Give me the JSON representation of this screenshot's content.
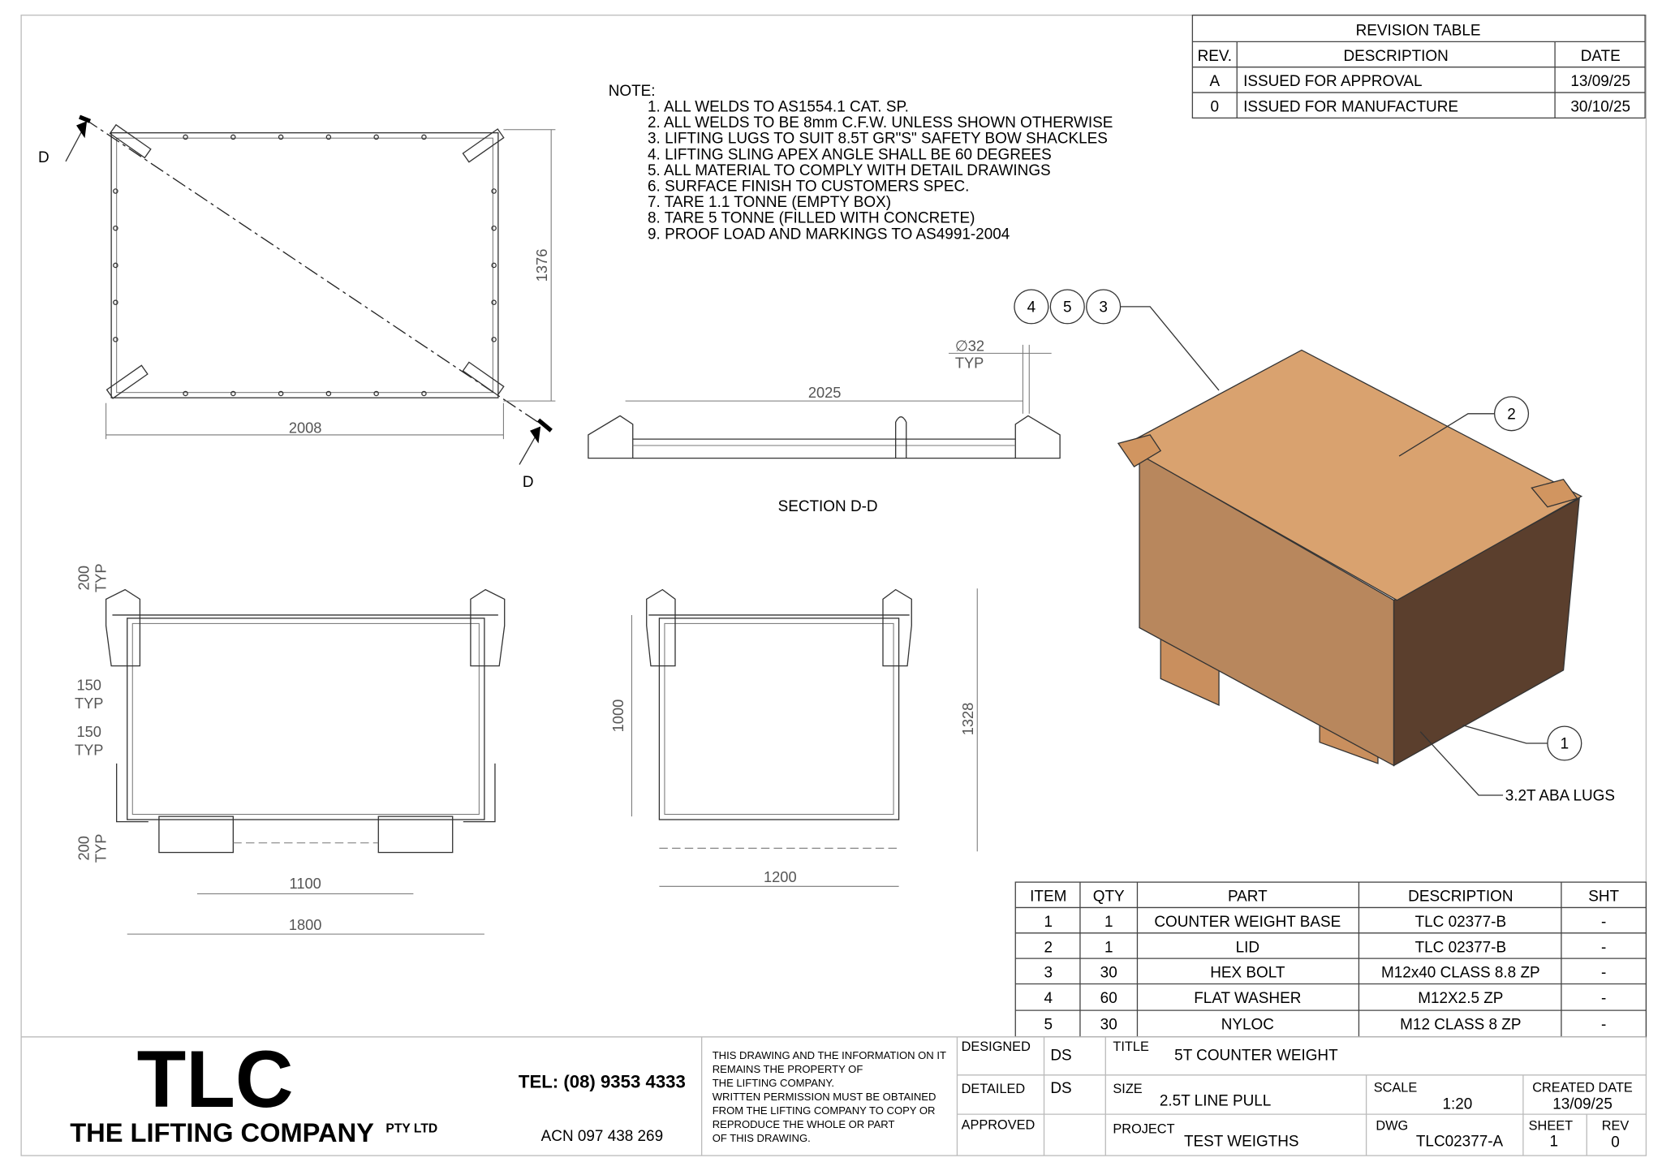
{
  "revision_table": {
    "title": "REVISION TABLE",
    "headers": [
      "REV.",
      "DESCRIPTION",
      "DATE"
    ],
    "rows": [
      {
        "rev": "A",
        "description": "ISSUED FOR APPROVAL",
        "date": "13/09/25"
      },
      {
        "rev": "0",
        "description": "ISSUED FOR MANUFACTURE",
        "date": "30/10/25"
      }
    ]
  },
  "notes": {
    "heading": "NOTE:",
    "items": [
      "1. ALL WELDS TO AS1554.1 CAT. SP.",
      "2. ALL WELDS TO BE 8mm C.F.W. UNLESS SHOWN OTHERWISE",
      "3. LIFTING LUGS TO SUIT 8.5T GR\"S\" SAFETY BOW SHACKLES",
      "4. LIFTING SLING APEX ANGLE SHALL BE 60 DEGREES",
      "5. ALL MATERIAL TO COMPLY WITH DETAIL DRAWINGS",
      "6. SURFACE FINISH TO CUSTOMERS SPEC.",
      "7. TARE 1.1 TONNE (EMPTY BOX)",
      "8. TARE 5 TONNE (FILLED WITH CONCRETE)",
      "9. PROOF LOAD AND MARKINGS TO AS4991-2004"
    ]
  },
  "plan_view": {
    "width_dim": "2008",
    "height_dim": "1376",
    "section_mark_top": "D",
    "section_mark_bottom": "D"
  },
  "section_view": {
    "label": "SECTION D-D",
    "length_dim": "2025",
    "hole_dim": "∅32",
    "hole_typ": "TYP"
  },
  "front_view": {
    "top_dim": "200",
    "top_typ": "TYP",
    "side1_dim": "150",
    "side1_typ": "TYP",
    "side2_dim": "150",
    "side2_typ": "TYP",
    "bottom_dim": "200",
    "bottom_typ": "TYP",
    "feet_dim": "1100",
    "width_dim": "1800"
  },
  "side_view": {
    "height_dim": "1000",
    "overall_height_dim": "1328",
    "width_dim": "1200"
  },
  "iso_view": {
    "balloons": [
      "4",
      "5",
      "3",
      "2",
      "1"
    ],
    "lug_label": "3.2T ABA LUGS"
  },
  "bom": {
    "headers": [
      "ITEM",
      "QTY",
      "PART",
      "DESCRIPTION",
      "SHT"
    ],
    "rows": [
      {
        "item": "1",
        "qty": "1",
        "part": "COUNTER WEIGHT BASE",
        "description": "TLC 02377-B",
        "sht": "-"
      },
      {
        "item": "2",
        "qty": "1",
        "part": "LID",
        "description": "TLC 02377-B",
        "sht": "-"
      },
      {
        "item": "3",
        "qty": "30",
        "part": "HEX BOLT",
        "description": "M12x40 CLASS 8.8 ZP",
        "sht": "-"
      },
      {
        "item": "4",
        "qty": "60",
        "part": "FLAT WASHER",
        "description": "M12X2.5 ZP",
        "sht": "-"
      },
      {
        "item": "5",
        "qty": "30",
        "part": "NYLOC",
        "description": "M12 CLASS 8 ZP",
        "sht": "-"
      }
    ]
  },
  "title_block": {
    "logo": "TLC",
    "company": "THE LIFTING COMPANY",
    "company_suffix": "PTY LTD",
    "tel": "TEL: (08) 9353 4333",
    "acn": "ACN 097 438 269",
    "disclaimer": [
      "THIS DRAWING AND THE INFORMATION ON IT",
      "REMAINS THE PROPERTY OF",
      "THE LIFTING COMPANY.",
      "WRITTEN PERMISSION MUST BE OBTAINED",
      "FROM THE LIFTING COMPANY TO COPY OR",
      "REPRODUCE THE WHOLE OR PART",
      "OF THIS DRAWING."
    ],
    "designed_label": "DESIGNED",
    "designed": "DS",
    "detailed_label": "DETAILED",
    "detailed": "DS",
    "approved_label": "APPROVED",
    "title_label": "TITLE",
    "title": "5T COUNTER WEIGHT",
    "size_label": "SIZE",
    "size": "2.5T LINE PULL",
    "scale_label": "SCALE",
    "scale": "1:20",
    "created_label": "CREATED DATE",
    "created": "13/09/25",
    "project_label": "PROJECT",
    "project": "TEST WEIGTHS",
    "dwg_label": "DWG",
    "dwg": "TLC02377-A",
    "sheet_label": "SHEET",
    "sheet": "1",
    "rev_label": "REV",
    "rev": "0"
  },
  "colors": {
    "lid_top": "#d9a26f",
    "side_left": "#b8875d",
    "side_right": "#5b3f2d"
  }
}
